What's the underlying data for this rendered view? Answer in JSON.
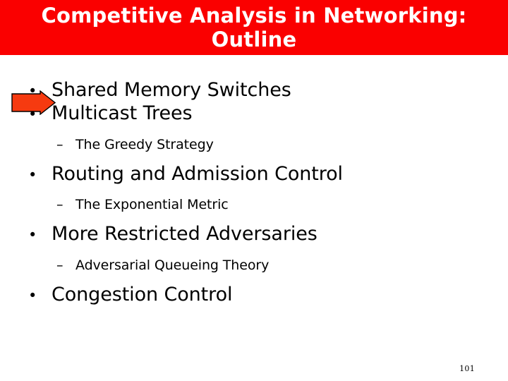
{
  "slide": {
    "title": "Competitive Analysis in Networking:\nOutline",
    "title_line1": "Competitive Analysis in Networking:",
    "title_line2": "Outline",
    "banner_color": "#fa0000",
    "title_color": "#ffffff",
    "background_color": "#ffffff",
    "text_color": "#000000",
    "page_number": "101"
  },
  "pointer": {
    "name": "red-right-arrow",
    "color": "#f63a10",
    "outline_color": "#000000",
    "points_at": "Shared Memory Switches"
  },
  "outline": {
    "items": [
      {
        "level": 1,
        "marker": "•",
        "text": "Shared Memory Switches"
      },
      {
        "level": 1,
        "marker": "•",
        "text": "Multicast Trees"
      },
      {
        "level": 2,
        "marker": "–",
        "text": "The Greedy Strategy"
      },
      {
        "level": 1,
        "marker": "•",
        "text": "Routing and Admission Control"
      },
      {
        "level": 2,
        "marker": "–",
        "text": "The Exponential Metric"
      },
      {
        "level": 1,
        "marker": "•",
        "text": "More Restricted Adversaries"
      },
      {
        "level": 2,
        "marker": "–",
        "text": "Adversarial Queueing Theory"
      },
      {
        "level": 1,
        "marker": "•",
        "text": "Congestion Control"
      }
    ]
  }
}
